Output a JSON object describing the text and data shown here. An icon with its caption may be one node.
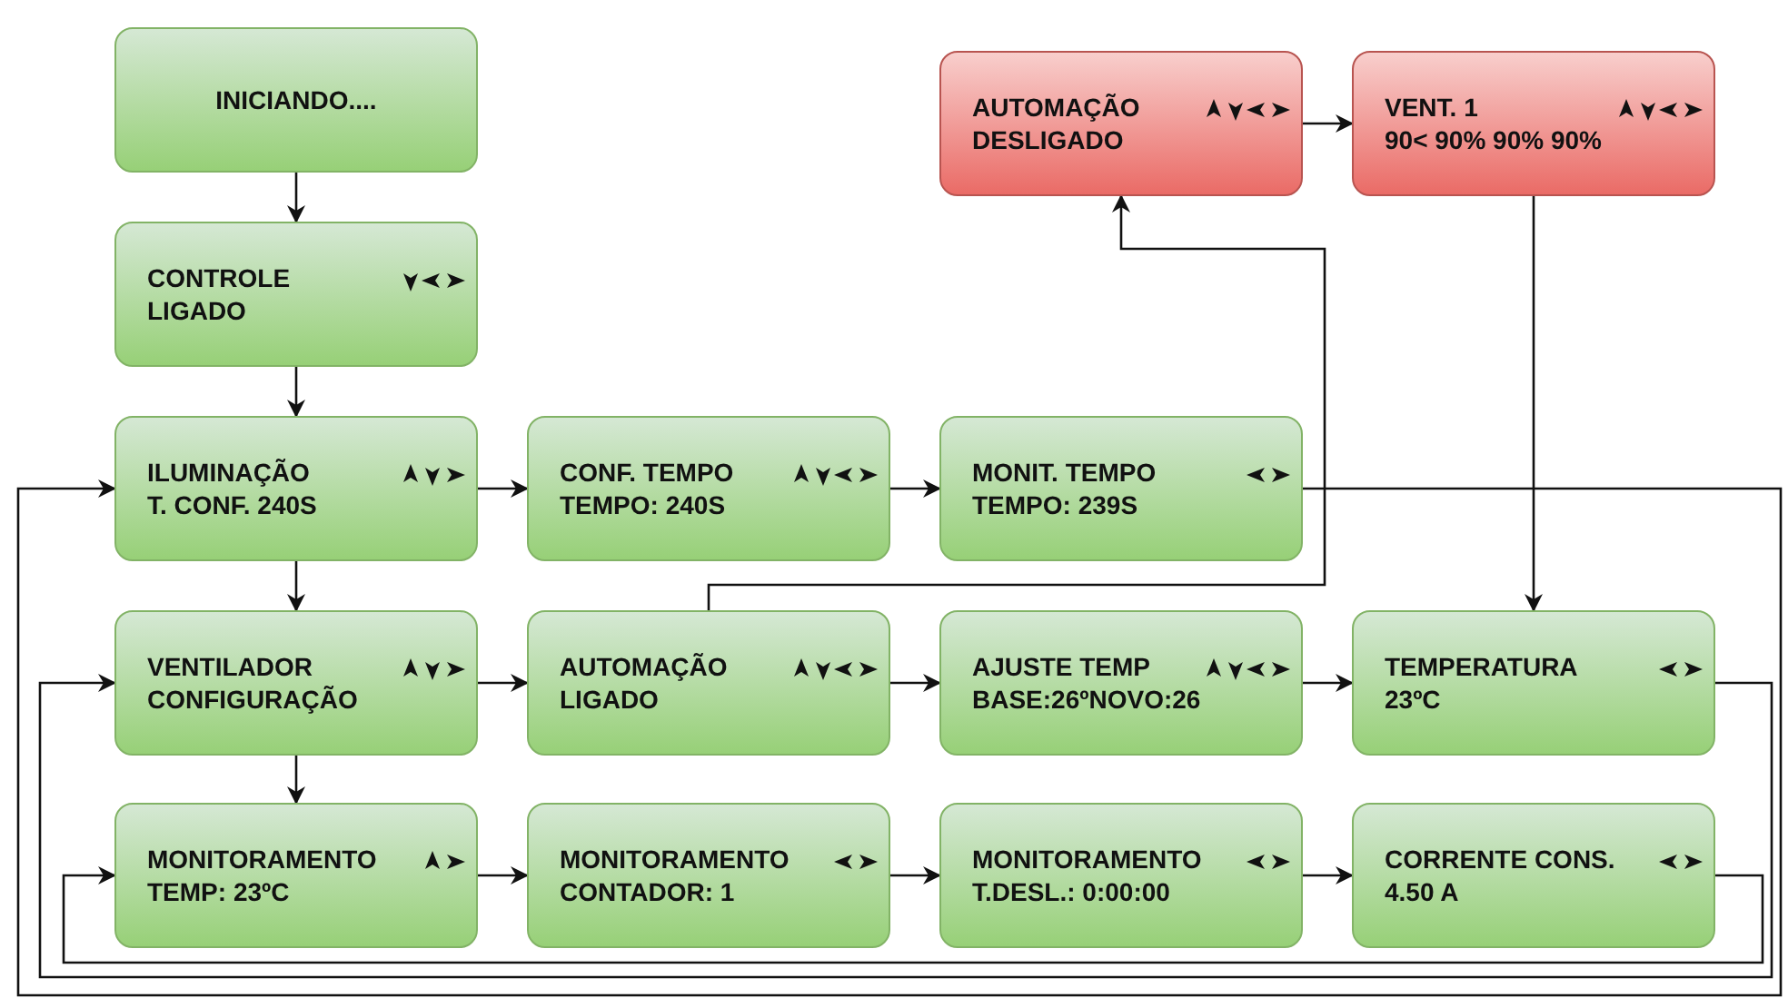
{
  "diagram": {
    "nodes": [
      {
        "text": [
          "INICIANDO...."
        ]
      },
      {
        "text": [
          "AUTOMAÇÃO",
          "DESLIGADO"
        ]
      },
      {
        "text": [
          "VENT. 1",
          "90< 90% 90% 90%"
        ]
      },
      {
        "text": [
          "CONTROLE",
          "LIGADO"
        ]
      },
      {
        "text": [
          "ILUMINAÇÃO",
          "T. CONF. 240S"
        ]
      },
      {
        "text": [
          "CONF. TEMPO",
          "TEMPO: 240S"
        ]
      },
      {
        "text": [
          "MONIT. TEMPO",
          "TEMPO: 239S"
        ]
      },
      {
        "text": [
          "VENTILADOR",
          "CONFIGURAÇÃO"
        ]
      },
      {
        "text": [
          "AUTOMAÇÃO",
          "LIGADO"
        ]
      },
      {
        "text": [
          "AJUSTE TEMP",
          "BASE:26ºNOVO:26"
        ]
      },
      {
        "text": [
          "TEMPERATURA",
          "23ºC"
        ]
      },
      {
        "text": [
          "MONITORAMENTO",
          "TEMP: 23ºC"
        ]
      },
      {
        "text": [
          "MONITORAMENTO",
          "CONTADOR: 1"
        ]
      },
      {
        "text": [
          "MONITORAMENTO",
          "T.DESL.: 0:00:00"
        ]
      },
      {
        "text": [
          "CORRENTE CONS.",
          "4.50 A"
        ]
      }
    ],
    "edges": [
      {
        "from": 0,
        "to": 3,
        "arrow": "to"
      },
      {
        "from": 3,
        "to": 4,
        "arrow": "to"
      },
      {
        "from": 4,
        "to": 5,
        "arrow": "to"
      },
      {
        "from": 5,
        "to": 6,
        "arrow": "to"
      },
      {
        "from": 6,
        "to": 4,
        "arrow": "to"
      },
      {
        "from": 4,
        "to": 7,
        "arrow": "to"
      },
      {
        "from": 7,
        "to": 8,
        "arrow": "to"
      },
      {
        "from": 8,
        "to": 9,
        "arrow": "to"
      },
      {
        "from": 9,
        "to": 10,
        "arrow": "to"
      },
      {
        "from": 10,
        "to": 7,
        "arrow": "to"
      },
      {
        "from": 8,
        "to": 1,
        "arrow": "to"
      },
      {
        "from": 1,
        "to": 2,
        "arrow": "to"
      },
      {
        "from": 2,
        "to": 10,
        "arrow": "to"
      },
      {
        "from": 7,
        "to": 11,
        "arrow": "to"
      },
      {
        "from": 11,
        "to": 12,
        "arrow": "to"
      },
      {
        "from": 12,
        "to": 13,
        "arrow": "to"
      },
      {
        "from": 13,
        "to": 14,
        "arrow": "to"
      },
      {
        "from": 14,
        "to": 11,
        "arrow": "to"
      }
    ]
  }
}
